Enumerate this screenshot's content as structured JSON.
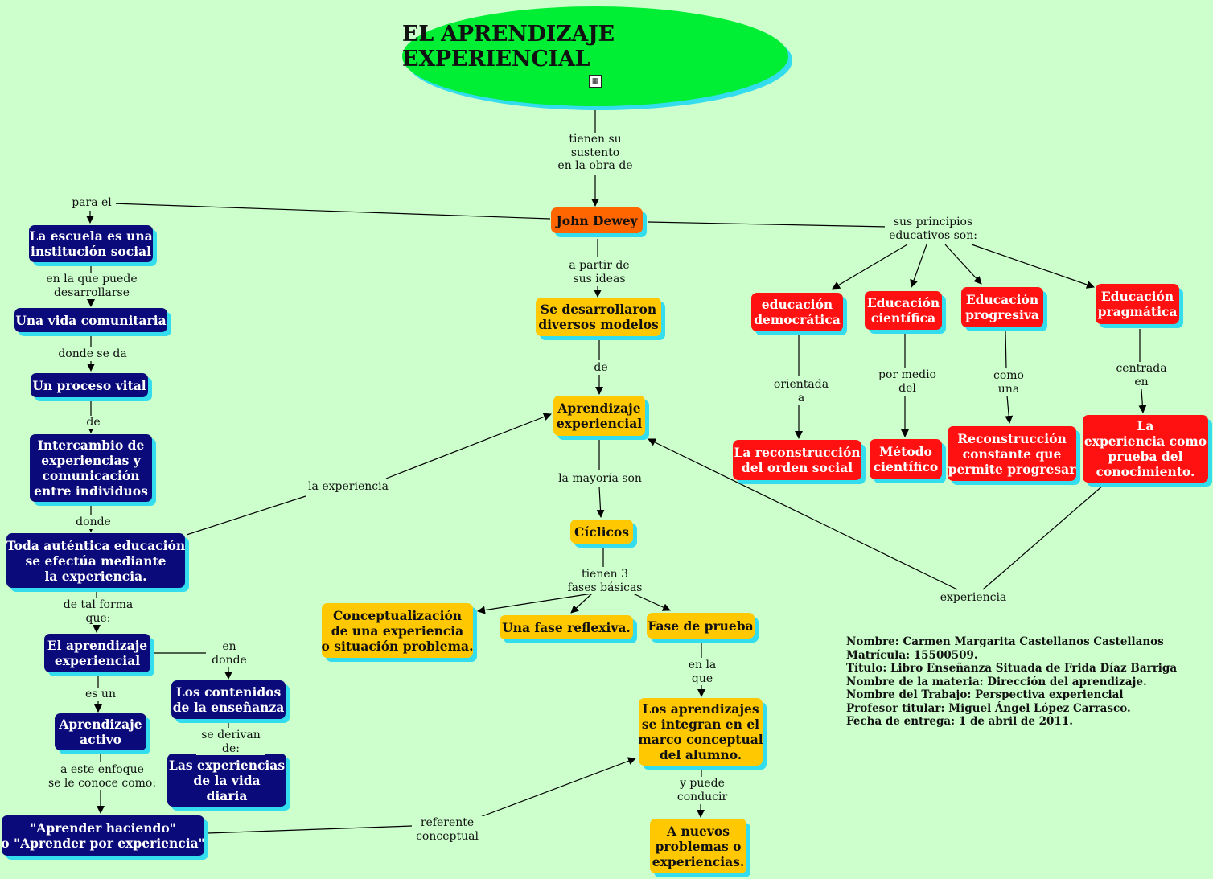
{
  "title": "EL APRENDIZAJE EXPERIENCIAL",
  "title_icon": "concept-map-icon",
  "colors": {
    "background": "#ccffcc",
    "title": "#00ee33",
    "navy": "#0a0a7a",
    "orange": "#ffc800",
    "red": "#ff1111",
    "dewey": "#ff6600",
    "shadow": "#33ddee"
  },
  "nodes": {
    "dewey": "John Dewey",
    "escuela": "La escuela es una\ninstitución social",
    "vida": "Una vida comunitaria",
    "proceso": "Un proceso vital",
    "intercambio": "Intercambio de\nexperiencias y\ncomunicación\nentre individuos",
    "autentica": "Toda auténtica educación\nse efectúa mediante\nla experiencia.",
    "apr_exp2": "El aprendizaje\nexperiencial",
    "activo": "Aprendizaje\nactivo",
    "haciendo": "\"Aprender haciendo\"\no \"Aprender por experiencia\"",
    "contenidos": "Los contenidos\nde la enseñanza",
    "vida_diaria": "Las experiencias\nde la vida\ndiaria",
    "modelos": "Se desarrollaron\ndiversos modelos",
    "apr_exp": "Aprendizaje\nexperiencial",
    "ciclicos": "Cíclicos",
    "concept": "Conceptualización\nde una experiencia\no situación problema.",
    "reflexiva": "Una fase reflexiva.",
    "prueba": "Fase de prueba",
    "integran": "Los aprendizajes\nse integran en el\nmarco conceptual\ndel alumno.",
    "nuevos": "A nuevos\nproblemas o\nexperiencias.",
    "democratica": "educación\ndemocrática",
    "cientifica": "Educación\ncientífica",
    "progresiva": "Educación\nprogresiva",
    "pragmatica": "Educación\npragmática",
    "reconstruccion": "La reconstrucción\ndel orden social",
    "metodo": "Método\ncientífico",
    "reconstante": "Reconstrucción\nconstante que\npermite progresar",
    "prueba_conoc": "La\nexperiencia como\nprueba del\nconocimiento."
  },
  "labels": {
    "sustento": "tienen su\nsustento\nen la obra de",
    "para_el": "para el",
    "principios": "sus principios\neducativos son:",
    "partir": "a partir de\nsus ideas",
    "de1": "de",
    "mayoria": "la mayoría son",
    "tres_fases": "tienen 3\nfases básicas",
    "en_la_que": "en la\nque",
    "y_puede": "y puede\nconducir",
    "desarrollarse": "en la que puede\ndesarrollarse",
    "donde_se_da": "donde se da",
    "de2": "de",
    "donde": "donde",
    "la_experiencia": "la experiencia",
    "de_tal_forma": "de tal forma\nque:",
    "es_un": "es un",
    "enfoque": "a este enfoque\nse le conoce como:",
    "en_donde": "en\ndonde",
    "se_derivan": "se derivan\nde:",
    "referente": "referente\nconceptual",
    "orientada": "orientada\na",
    "por_medio": "por medio\ndel",
    "como_una": "como\nuna",
    "centrada": "centrada\nen",
    "experiencia": "experiencia"
  },
  "info": [
    "Nombre:   Carmen Margarita Castellanos Castellanos",
    "Matrícula: 15500509.",
    "Título:  Libro  Enseñanza Situada de Frida Díaz Barriga",
    "Nombre de la materia: Dirección del aprendizaje.",
    "Nombre del Trabajo: Perspectiva experiencial",
    "Profesor titular: Miguel Ángel López Carrasco.",
    "Fecha de entrega: 1  de abril de 2011."
  ]
}
